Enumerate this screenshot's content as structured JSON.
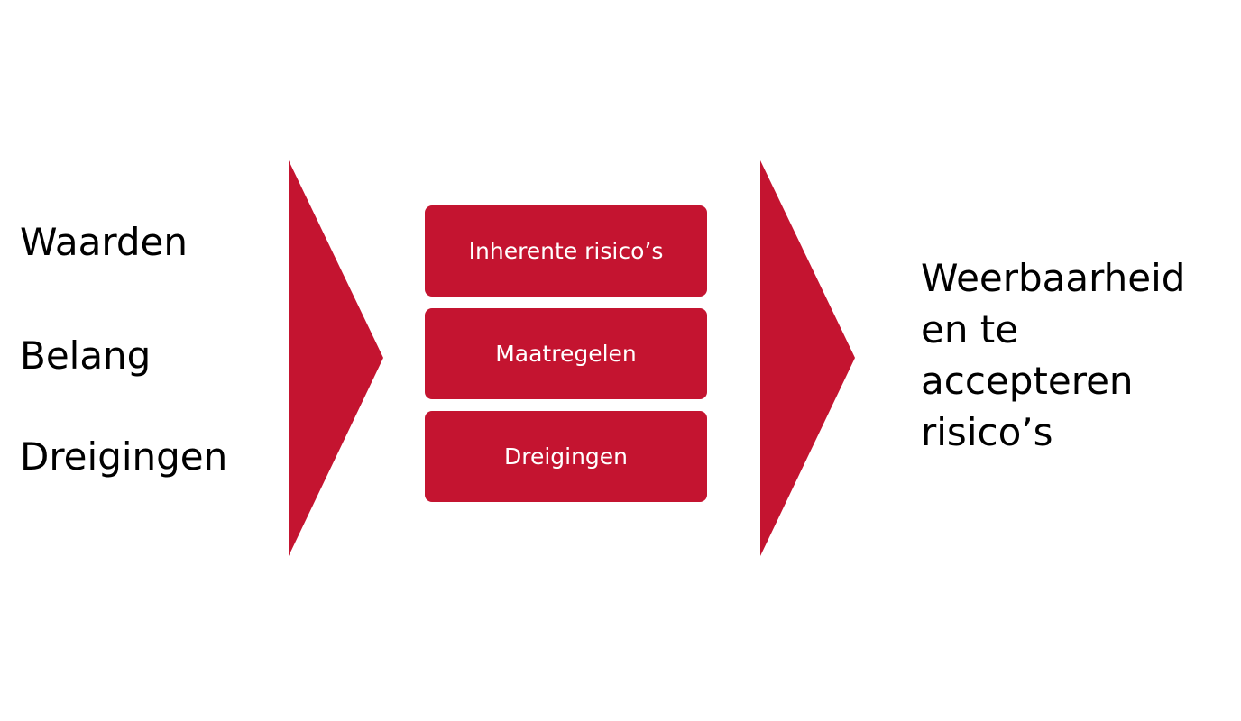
{
  "inputs": [
    "Waarden",
    "Belang",
    "Dreigingen"
  ],
  "process": [
    "Inherente risico’s",
    "Maatregelen",
    "Dreigingen"
  ],
  "output": "Weerbaarheid\nen te\naccepteren\nrisico’s",
  "colors": {
    "accent": "#c41430"
  }
}
